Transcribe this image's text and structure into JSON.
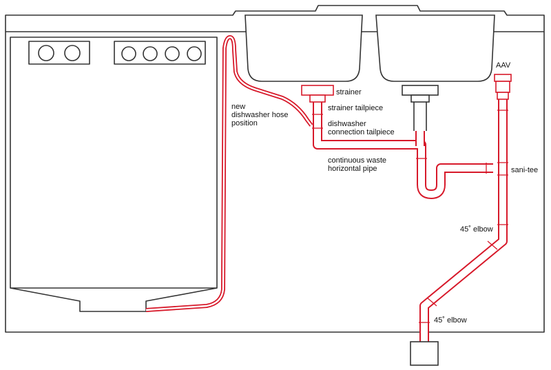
{
  "labels": {
    "strainer": "strainer",
    "strainer_tailpiece": "strainer tailpiece",
    "dishwasher_connection_line1": "dishwasher",
    "dishwasher_connection_line2": "connection tailpiece",
    "continuous_waste_line1": "continuous waste",
    "continuous_waste_line2": "horizontal pipe",
    "new_hose_line1": "new",
    "new_hose_line2": "dishwasher hose",
    "new_hose_line3": "position",
    "aav": "AAV",
    "sani_tee": "sani-tee",
    "elbow_upper": "45˚ elbow",
    "elbow_lower": "45˚ elbow"
  },
  "colors": {
    "pipe_outline": "#d7192a",
    "fixture_outline": "#333333"
  }
}
